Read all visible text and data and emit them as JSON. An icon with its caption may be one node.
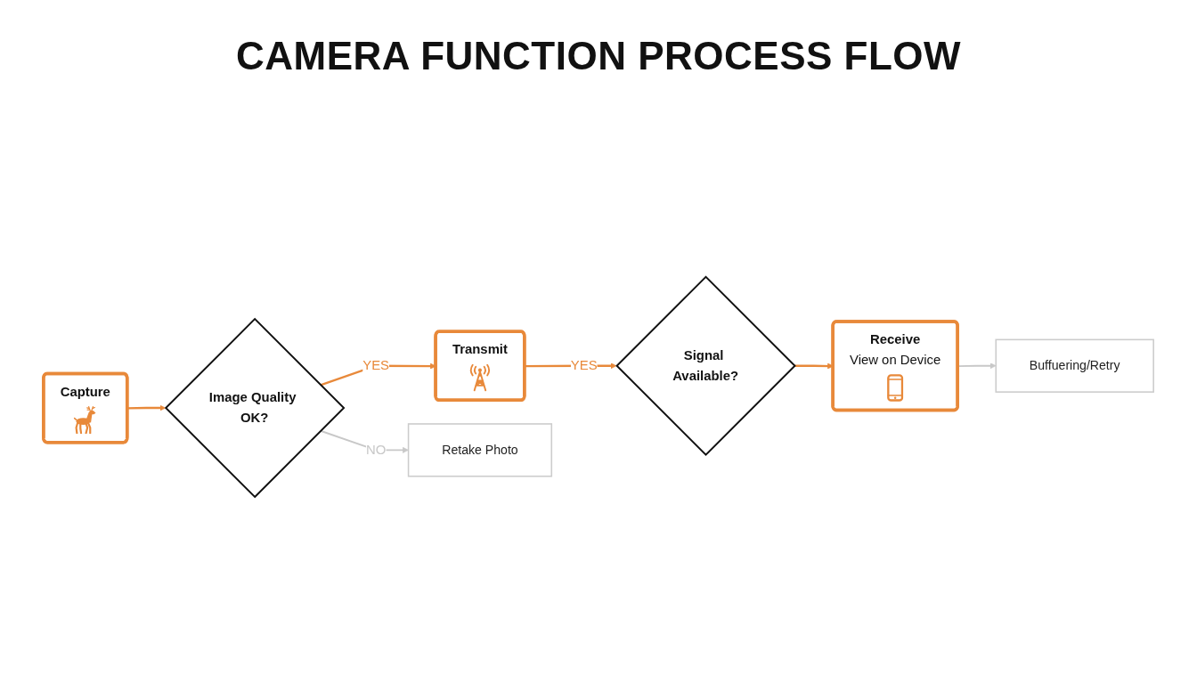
{
  "diagram": {
    "title": "CAMERA FUNCTION PROCESS FLOW",
    "nodes": [
      {
        "text": [
          "Capture"
        ]
      },
      {
        "text": [
          "Image Quality OK?"
        ]
      },
      {
        "text": [
          "Transmit"
        ]
      },
      {
        "text": [
          "Signal Available?"
        ]
      },
      {
        "text": [
          "Receive",
          "View on Device"
        ]
      },
      {
        "text": [
          "Retake Photo"
        ]
      },
      {
        "text": [
          "Buffuering/Retry"
        ]
      }
    ],
    "edges": [
      {
        "from": 0,
        "to": 1,
        "arrow": "to"
      },
      {
        "from": 1,
        "to": 2,
        "arrow": "to",
        "label": "YES"
      },
      {
        "from": 2,
        "to": 3,
        "arrow": "to",
        "label": "YES"
      },
      {
        "from": 3,
        "to": 4,
        "arrow": "to"
      },
      {
        "from": 1,
        "to": 5,
        "arrow": "to",
        "label": "NO",
        "color": "#c8c8c8"
      },
      {
        "from": 4,
        "to": 6,
        "arrow": "to",
        "color": "#c8c8c8"
      }
    ]
  }
}
